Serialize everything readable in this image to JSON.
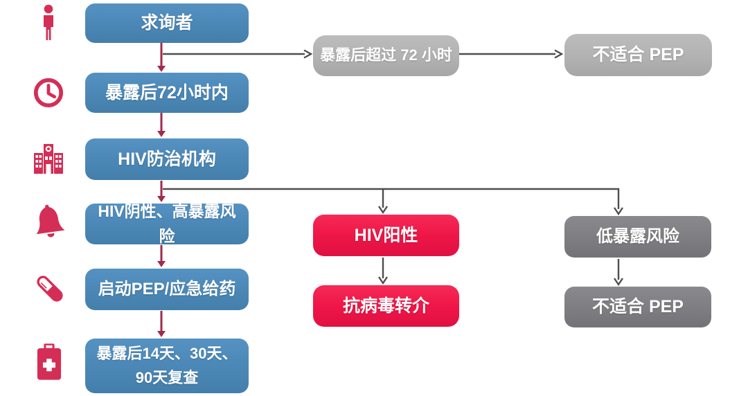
{
  "colors": {
    "blue_box": "#4d89b8",
    "red_box": "#ef1648",
    "light_gray_box": "#b2b2b2",
    "dark_gray_box": "#7e7e82",
    "icon_red": "#d42e56",
    "arrow_red": "#a02b4c",
    "arrow_gray": "#4d4d4d",
    "text": "#ffffff"
  },
  "diagram": {
    "left_flow": [
      {
        "icon": "person",
        "label": "求询者"
      },
      {
        "icon": "clock",
        "label": "暴露后72小时内"
      },
      {
        "icon": "hospital",
        "label": "HIV防治机构"
      },
      {
        "icon": "bell",
        "label": "HIV阴性、高暴露风险"
      },
      {
        "icon": "pill",
        "label": "启动PEP/应急给药"
      },
      {
        "icon": "first-aid-kit",
        "label": "暴露后14天、30天、90天复查"
      }
    ],
    "over_72h_branch": {
      "node": "暴露后超过 72 小时",
      "outcome": "不适合 PEP"
    },
    "hiv_positive_branch": {
      "node": "HIV阳性",
      "outcome": "抗病毒转介"
    },
    "low_risk_branch": {
      "node": "低暴露风险",
      "outcome": "不适合 PEP"
    }
  }
}
